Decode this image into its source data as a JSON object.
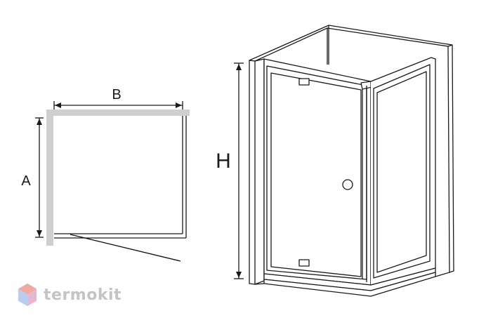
{
  "diagram": {
    "labels": {
      "width": "B",
      "depth": "A",
      "height": "H"
    }
  },
  "watermark": {
    "brand": "termokit",
    "logo_icon": "hexagon-logo-icon",
    "logo_colors": [
      "#f1a9a0",
      "#a9c3e8",
      "#e8b7cf"
    ]
  },
  "colors": {
    "line": "#1a1a1a",
    "wall": "#cfcfcf",
    "watermark_text": "#c4c4c4"
  }
}
